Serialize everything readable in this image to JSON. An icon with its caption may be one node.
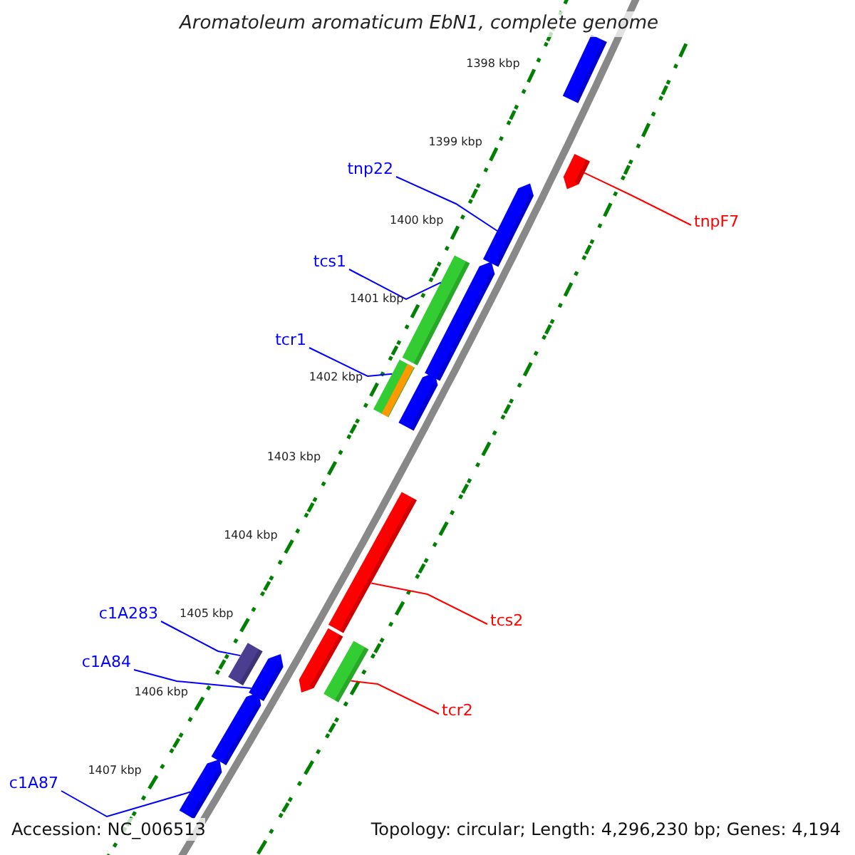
{
  "diagram": {
    "title": "Aromatoleum aromaticum EbN1, complete genome",
    "nodes": [
      {
        "text": [
          "tnp22"
        ]
      },
      {
        "text": [],
        "shape": "bar"
      },
      {
        "text": [
          "tnpF7"
        ]
      },
      {
        "text": [],
        "shape": "bar"
      },
      {
        "text": [
          "tcs1"
        ]
      },
      {
        "text": [],
        "shape": "bar"
      },
      {
        "text": [
          "tcr1"
        ]
      },
      {
        "text": [],
        "shape": "bar"
      },
      {
        "text": [
          "c1A283"
        ]
      },
      {
        "text": [],
        "shape": "bar"
      },
      {
        "text": [
          "tcs2"
        ]
      },
      {
        "text": [],
        "shape": "bar"
      },
      {
        "text": [
          "c1A84"
        ]
      },
      {
        "text": [],
        "shape": "bar"
      },
      {
        "text": [
          "tcr2"
        ]
      },
      {
        "text": [],
        "shape": "bar"
      },
      {
        "text": [
          "c1A87"
        ]
      },
      {
        "text": [],
        "shape": "bar"
      },
      {
        "text": [],
        "shape": "bar"
      },
      {
        "text": [],
        "shape": "bar"
      },
      {
        "text": [],
        "shape": "bar"
      },
      {
        "text": [],
        "shape": "bar"
      },
      {
        "text": [],
        "shape": "bar"
      }
    ],
    "edges": [
      {
        "from": 0,
        "to": 1,
        "arrow": "none"
      },
      {
        "from": 2,
        "to": 3,
        "arrow": "none",
        "color": "#ff0000"
      },
      {
        "from": 4,
        "to": 5,
        "arrow": "none"
      },
      {
        "from": 6,
        "to": 7,
        "arrow": "none"
      },
      {
        "from": 8,
        "to": 9,
        "arrow": "none"
      },
      {
        "from": 10,
        "to": 11,
        "arrow": "none",
        "color": "#ff0000"
      },
      {
        "from": 12,
        "to": 13,
        "arrow": "none"
      },
      {
        "from": 14,
        "to": 15,
        "arrow": "none",
        "color": "#ff0000"
      },
      {
        "from": 16,
        "to": 17,
        "arrow": "none"
      }
    ],
    "labels": [
      "1398 kbp",
      "1399 kbp",
      "1400 kbp",
      "1401 kbp",
      "1402 kbp",
      "1403 kbp",
      "1404 kbp",
      "1405 kbp",
      "1406 kbp",
      "1407 kbp",
      "Accession: NC_006513",
      "Topology: circular; Length: 4,296,230 bp; Genes: 4,194"
    ]
  }
}
